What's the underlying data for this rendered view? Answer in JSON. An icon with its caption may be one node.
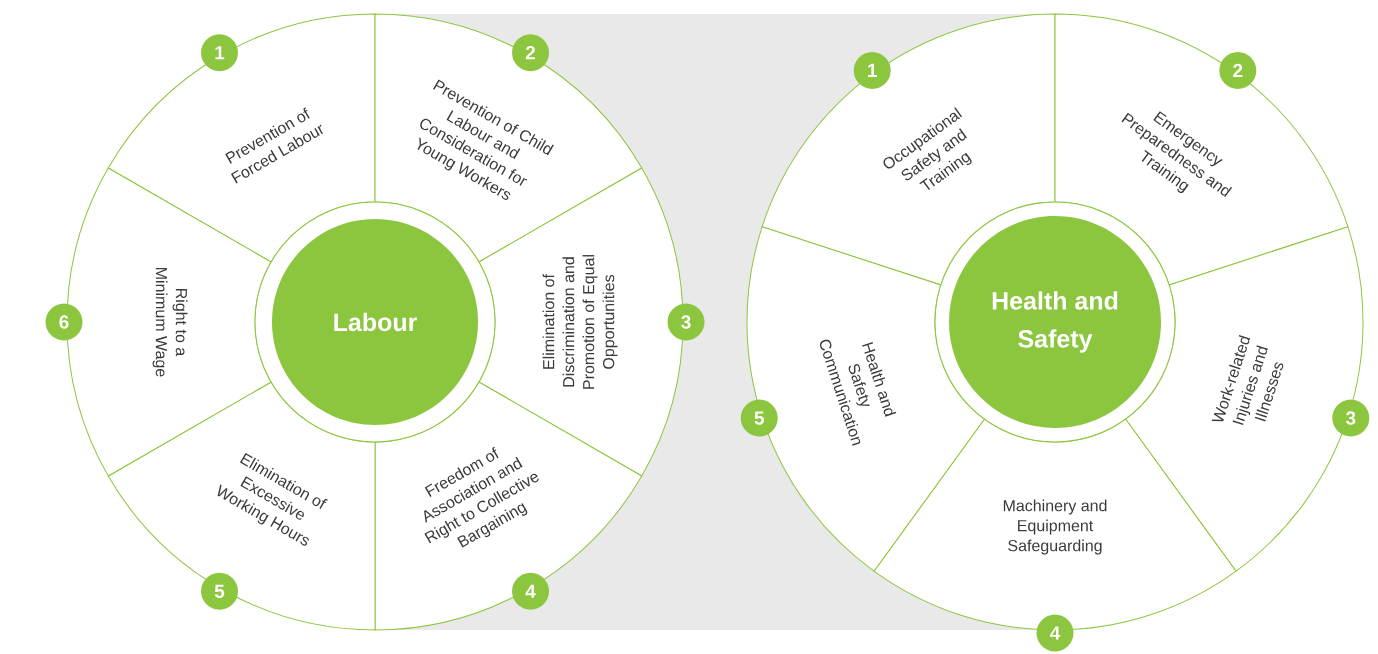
{
  "diagram": {
    "nodes": [
      {
        "text": [
          "Labour"
        ]
      },
      {
        "text": [
          "Prevention of Forced Labour"
        ],
        "beside": [
          "1"
        ]
      },
      {
        "text": [
          "Prevention of Child Labour and Consideration for Young Workers"
        ],
        "beside": [
          "2"
        ]
      },
      {
        "text": [
          "Elimination of Discrimination and Promotion of Equal Opportunities"
        ],
        "beside": [
          "3"
        ]
      },
      {
        "text": [
          "Freedom of Association and Right to Collective Bargaining"
        ],
        "beside": [
          "4"
        ]
      },
      {
        "text": [
          "Elimination of Excessive Working Hours"
        ],
        "beside": [
          "5"
        ]
      },
      {
        "text": [
          "Right to a Minimum Wage"
        ],
        "beside": [
          "6"
        ]
      },
      {
        "text": [
          "Health and Safety"
        ]
      },
      {
        "text": [
          "Occupational Safety and Training"
        ],
        "beside": [
          "1"
        ]
      },
      {
        "text": [
          "Emergency Preparedness and Training"
        ],
        "beside": [
          "2"
        ]
      },
      {
        "text": [
          "Work-related Injuries and Illnesses"
        ],
        "beside": [
          "3"
        ]
      },
      {
        "text": [
          "Machinery and Equipment Safeguarding"
        ],
        "beside": [
          "4"
        ]
      },
      {
        "text": [
          "Health and Safety Communication"
        ],
        "beside": [
          "5"
        ]
      }
    ]
  }
}
